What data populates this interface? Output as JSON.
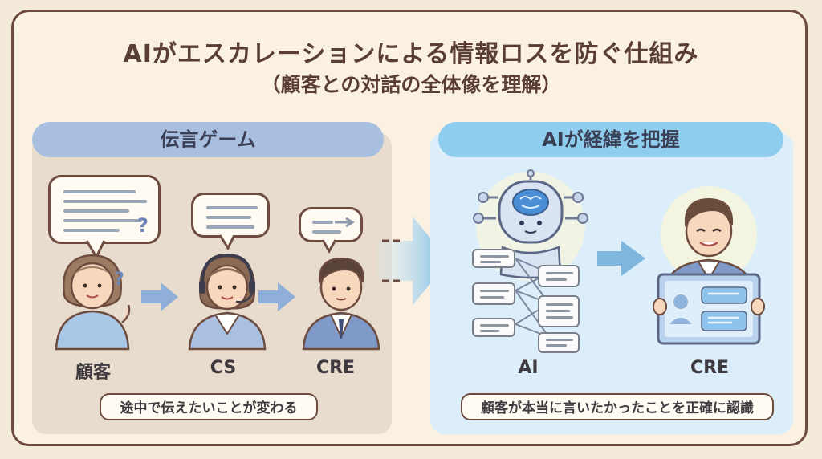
{
  "title": "AIがエスカレーションによる情報ロスを防ぐ仕組み",
  "subtitle": "（顧客との対話の全体像を理解）",
  "left_panel": {
    "header": "伝言ゲーム",
    "labels": [
      "顧客",
      "CS",
      "CRE"
    ],
    "note": "途中で伝えたいことが変わる",
    "question_mark": "?"
  },
  "right_panel": {
    "header": "AIが経緯を把握",
    "labels": [
      "AI",
      "CRE"
    ],
    "note": "顧客が本当に言いたかったことを正確に認識"
  },
  "colors": {
    "left_panel_bg": "#e7dccd",
    "right_panel_bg": "#dbeef9",
    "left_header": "#a9bfdf",
    "right_header": "#8fcdef",
    "arrow_blue": "#7fb6de"
  }
}
